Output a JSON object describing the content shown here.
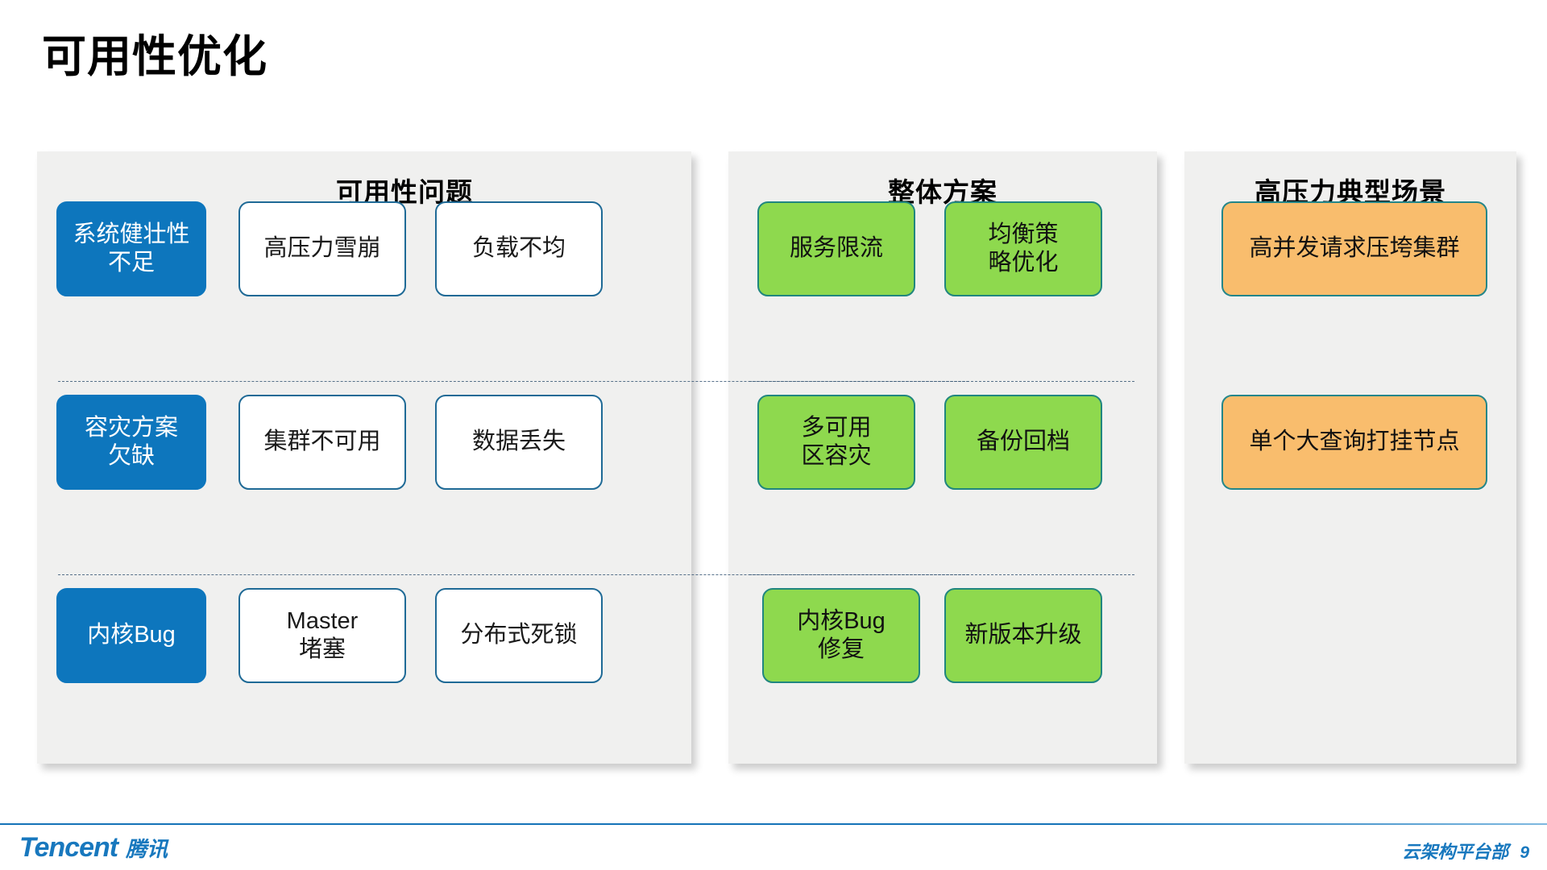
{
  "slide": {
    "title": "可用性优化"
  },
  "panels": [
    {
      "id": "availability-problems",
      "header": "可用性问题",
      "rows": [
        {
          "category": "系统健壮性\n不足",
          "items": [
            "高压力雪崩",
            "负载不均"
          ]
        },
        {
          "category": "容灾方案\n欠缺",
          "items": [
            "集群不可用",
            "数据丢失"
          ]
        },
        {
          "category": "内核Bug",
          "items": [
            "Master\n堵塞",
            "分布式死锁"
          ]
        }
      ]
    },
    {
      "id": "overall-solution",
      "header": "整体方案",
      "rows": [
        {
          "items": [
            "服务限流",
            "均衡策\n略优化"
          ]
        },
        {
          "items": [
            "多可用\n区容灾",
            "备份回档"
          ]
        },
        {
          "items": [
            "内核Bug\n修复",
            "新版本升级"
          ]
        }
      ]
    },
    {
      "id": "high-pressure-scenarios",
      "header": "高压力典型场景",
      "rows": [
        {
          "items": [
            "高并发请求压垮集群"
          ]
        },
        {
          "items": [
            "单个大查询打挂节点"
          ]
        },
        {
          "items": []
        }
      ]
    }
  ],
  "footer": {
    "brand": "Tencent",
    "brand_cn": "腾讯",
    "department": "云架构平台部",
    "page_number": "9"
  },
  "colors": {
    "panel_bg": "#f0f0ef",
    "category_blue": "#0d76bd",
    "item_border_blue": "#1f6a96",
    "solution_green": "#8ed94e",
    "solution_border": "#20867f",
    "scenario_orange": "#f9bd6d",
    "scenario_border": "#23868a",
    "footer_blue": "#1878be",
    "title_black": "#000000"
  }
}
